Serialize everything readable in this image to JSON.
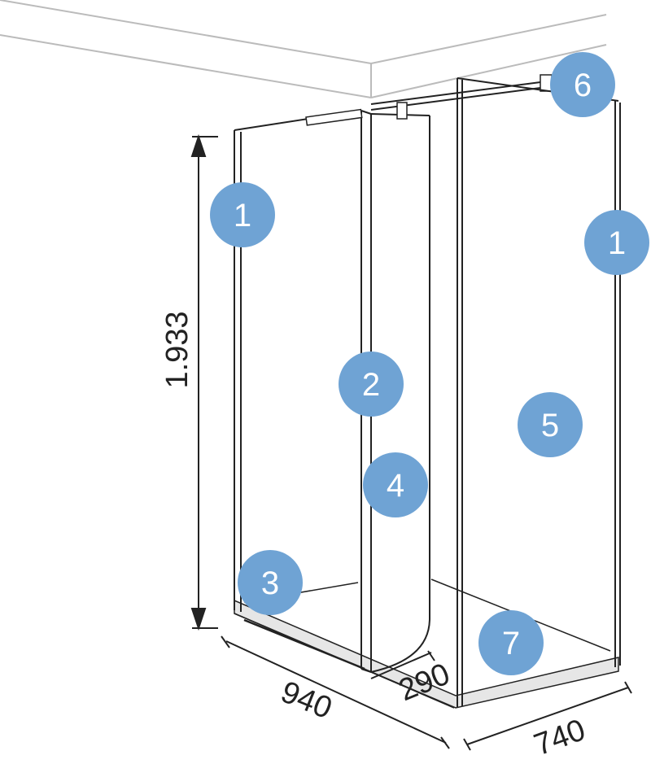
{
  "colors": {
    "marker_fill": "#6fa3d4",
    "marker_text": "#ffffff",
    "line": "#222222",
    "ceiling_line": "#bbbbbb",
    "tray_fill": "#e6e6e6"
  },
  "markers": [
    {
      "id": "m1a",
      "label": "1"
    },
    {
      "id": "m1b",
      "label": "1"
    },
    {
      "id": "m2",
      "label": "2"
    },
    {
      "id": "m3",
      "label": "3"
    },
    {
      "id": "m4",
      "label": "4"
    },
    {
      "id": "m5",
      "label": "5"
    },
    {
      "id": "m6",
      "label": "6"
    },
    {
      "id": "m7",
      "label": "7"
    }
  ],
  "dimensions": {
    "height": "1.933",
    "width": "940",
    "depth": "740",
    "door_swing": "290"
  }
}
